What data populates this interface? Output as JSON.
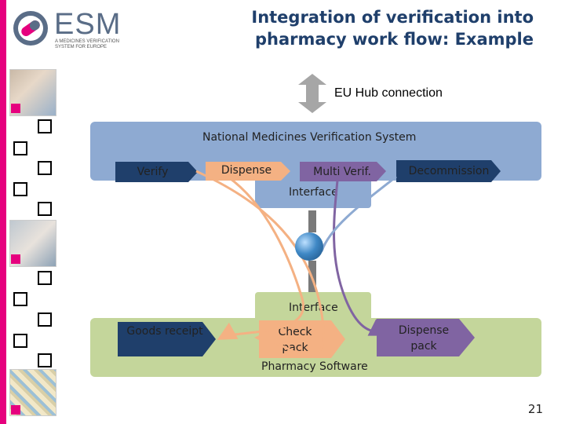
{
  "title": "Integration of verification into pharmacy work flow: Example",
  "logo": {
    "name": "ESM",
    "subtitle": "A MEDICINES VERIFICATION SYSTEM FOR EUROPE"
  },
  "hub": {
    "label": "EU Hub connection"
  },
  "nmvs": {
    "title": "National Medicines Verification System",
    "interface_label": "Interface",
    "actions": [
      "Verify",
      "Dispense",
      "Multi Verif.",
      "Decommission"
    ]
  },
  "pharmacy": {
    "title": "Pharmacy Software",
    "interface_label": "Interface",
    "steps": [
      "Goods receipt",
      "Check pack",
      "Dispense pack"
    ]
  },
  "page_number": "21",
  "colors": {
    "brand_pink": "#e6007e",
    "nmvs_blue": "#8eaad2",
    "pharmacy_green": "#c4d69b",
    "chevron_blue": "#1f3f6b",
    "chevron_orange": "#f4b183",
    "chevron_purple": "#8064a2"
  }
}
